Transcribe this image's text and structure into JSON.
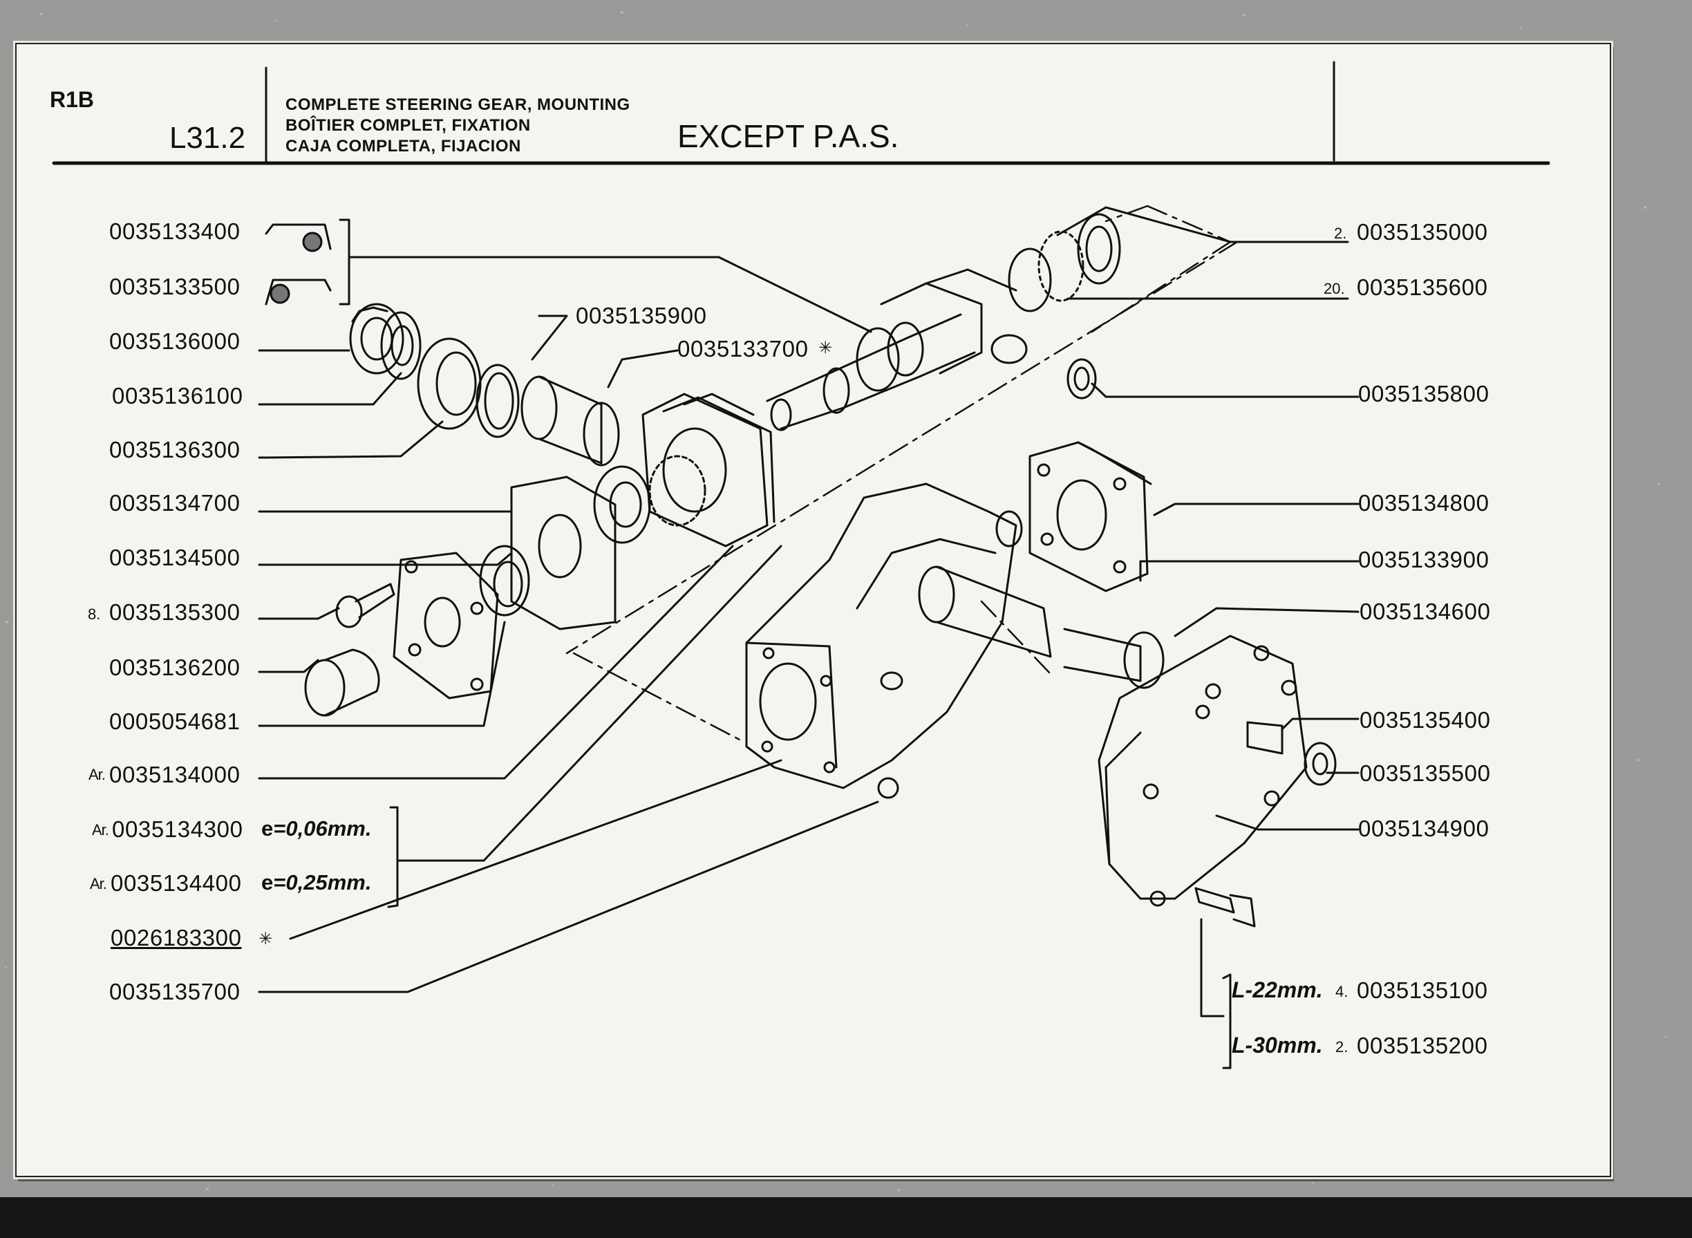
{
  "header": {
    "code": "R1B",
    "section": "L31.2",
    "title_en": "COMPLETE STEERING GEAR, MOUNTING",
    "title_fr": "BOÎTIER COMPLET, FIXATION",
    "title_es": "CAJA COMPLETA, FIJACION",
    "subtitle": "EXCEPT P.A.S."
  },
  "left_parts": [
    {
      "pn": "0035133400"
    },
    {
      "pn": "0035133500"
    },
    {
      "pn": "0035136000"
    },
    {
      "pn": "0035136100"
    },
    {
      "pn": "0035136300"
    },
    {
      "pn": "0035134700"
    },
    {
      "pn": "0035134500"
    },
    {
      "pn": "0035135300",
      "qty": "8."
    },
    {
      "pn": "0035136200"
    },
    {
      "pn": "0005054681"
    },
    {
      "pn": "0035134000",
      "ref": "Ar."
    },
    {
      "pn": "0035134300",
      "ref": "Ar.",
      "e_label": "e",
      "e_value": "=0,06mm."
    },
    {
      "pn": "0035134400",
      "ref": "Ar.",
      "e_label": "e",
      "e_value": "=0,25mm."
    },
    {
      "pn": "0026183300",
      "star": "✳"
    },
    {
      "pn": "0035135700"
    }
  ],
  "mid_parts": [
    {
      "pn": "0035135900"
    },
    {
      "pn": "0035133700",
      "star": "✳"
    }
  ],
  "right_parts": [
    {
      "pn": "0035135000",
      "qty": "2."
    },
    {
      "pn": "0035135600",
      "qty": "20."
    },
    {
      "pn": "0035135800"
    },
    {
      "pn": "0035134800"
    },
    {
      "pn": "0035133900"
    },
    {
      "pn": "0035134600"
    },
    {
      "pn": "0035135400"
    },
    {
      "pn": "0035135500"
    },
    {
      "pn": "0035134900"
    },
    {
      "pn": "0035135100",
      "qty": "4.",
      "length": "L-22mm."
    },
    {
      "pn": "0035135200",
      "qty": "2.",
      "length": "L-30mm."
    }
  ],
  "colors": {
    "paper": "#f4f4f1",
    "ink": "#111111",
    "background": "#9a9a98"
  }
}
